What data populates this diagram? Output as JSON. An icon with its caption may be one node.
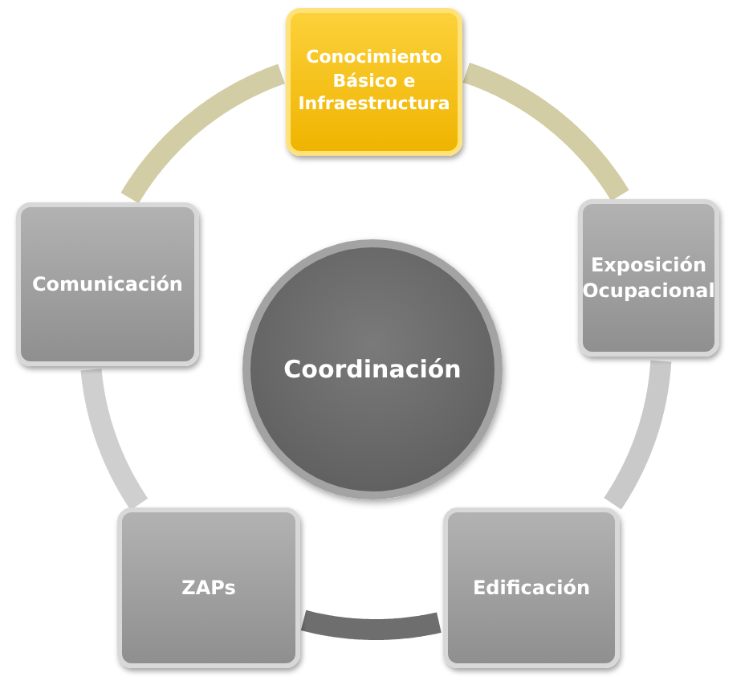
{
  "diagram": {
    "nodes": [
      {
        "text": [
          "Conocimiento Básico e Infraestructura"
        ]
      },
      {
        "text": [
          "Exposición Ocupacional"
        ]
      },
      {
        "text": [
          "Edificación"
        ]
      },
      {
        "text": [
          "ZAPs"
        ]
      },
      {
        "text": [
          "Comunicación"
        ]
      },
      {
        "text": [
          "Coordinación"
        ]
      }
    ],
    "edges": [
      {
        "from": 0,
        "to": 1,
        "arrow": "none",
        "color": "#d2cda4"
      },
      {
        "from": 1,
        "to": 2,
        "arrow": "none",
        "color": "#c9c9c9"
      },
      {
        "from": 2,
        "to": 3,
        "arrow": "none",
        "color": "#6e6e6e"
      },
      {
        "from": 3,
        "to": 4,
        "arrow": "none",
        "color": "#cfcfcf"
      },
      {
        "from": 4,
        "to": 0,
        "arrow": "none",
        "color": "#d2cda4"
      }
    ]
  }
}
